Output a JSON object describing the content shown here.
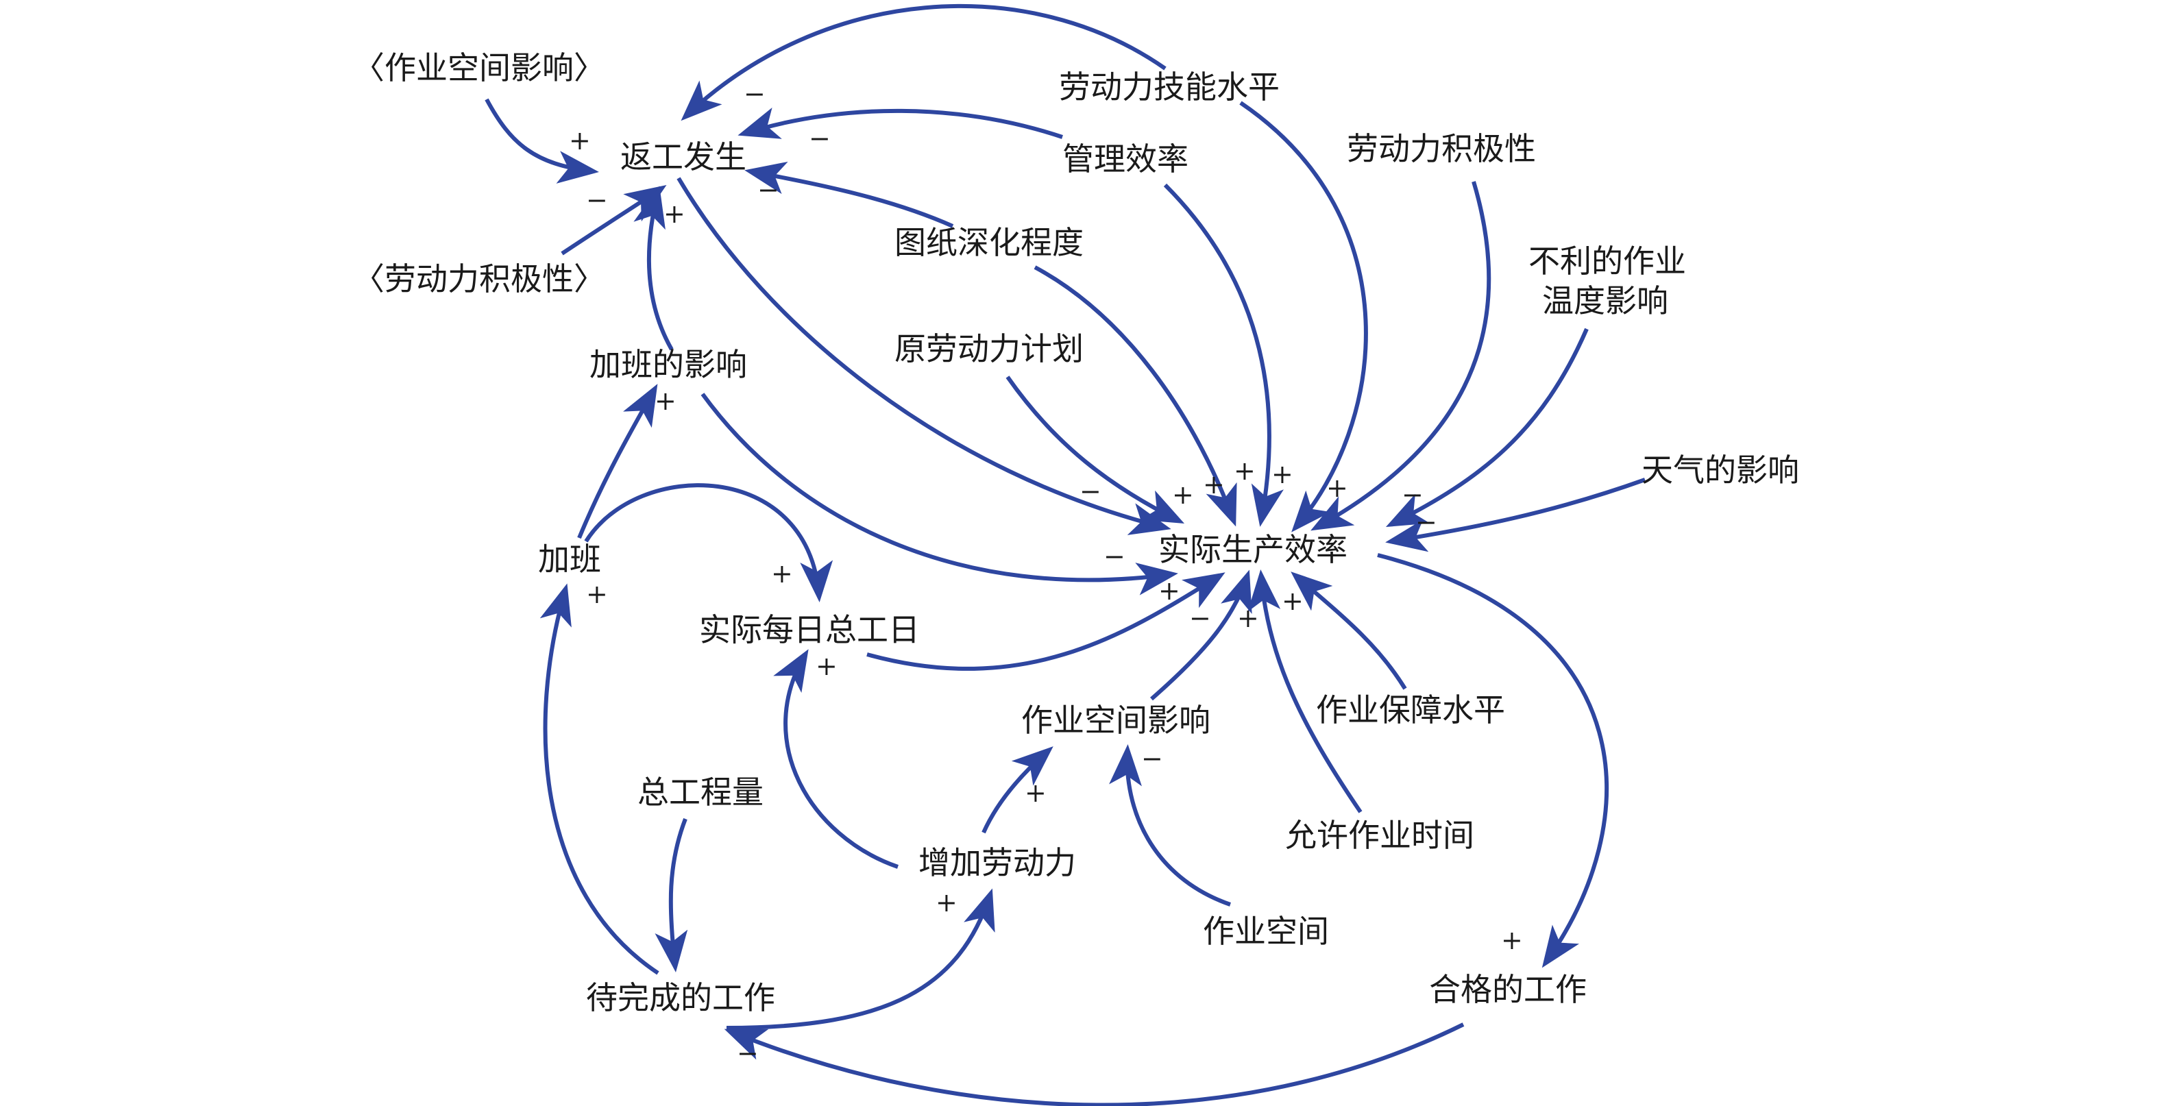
{
  "diagram": {
    "nodes": {
      "rework": "返工发生",
      "space_effect_shadow": "〈作业空间影响〉",
      "motivation_shadow": "〈劳动力积极性〉",
      "skill": "劳动力技能水平",
      "mgmt": "管理效率",
      "motivation": "劳动力积极性",
      "drawing": "图纸深化程度",
      "temp_effect_line1": "不利的作业",
      "temp_effect_line2": "温度影响",
      "plan": "原劳动力计划",
      "overtime_effect": "加班的影响",
      "weather": "天气的影响",
      "productivity": "实际生产效率",
      "overtime": "加班",
      "daily_workdays": "实际每日总工日",
      "space_effect": "作业空间影响",
      "support": "作业保障水平",
      "total_work": "总工程量",
      "allowed_time": "允许作业时间",
      "add_labor": "增加劳动力",
      "space": "作业空间",
      "remaining_work": "待完成的工作",
      "qualified_work": "合格的工作"
    },
    "polarity": {
      "plus": "+",
      "minus": "−"
    }
  }
}
